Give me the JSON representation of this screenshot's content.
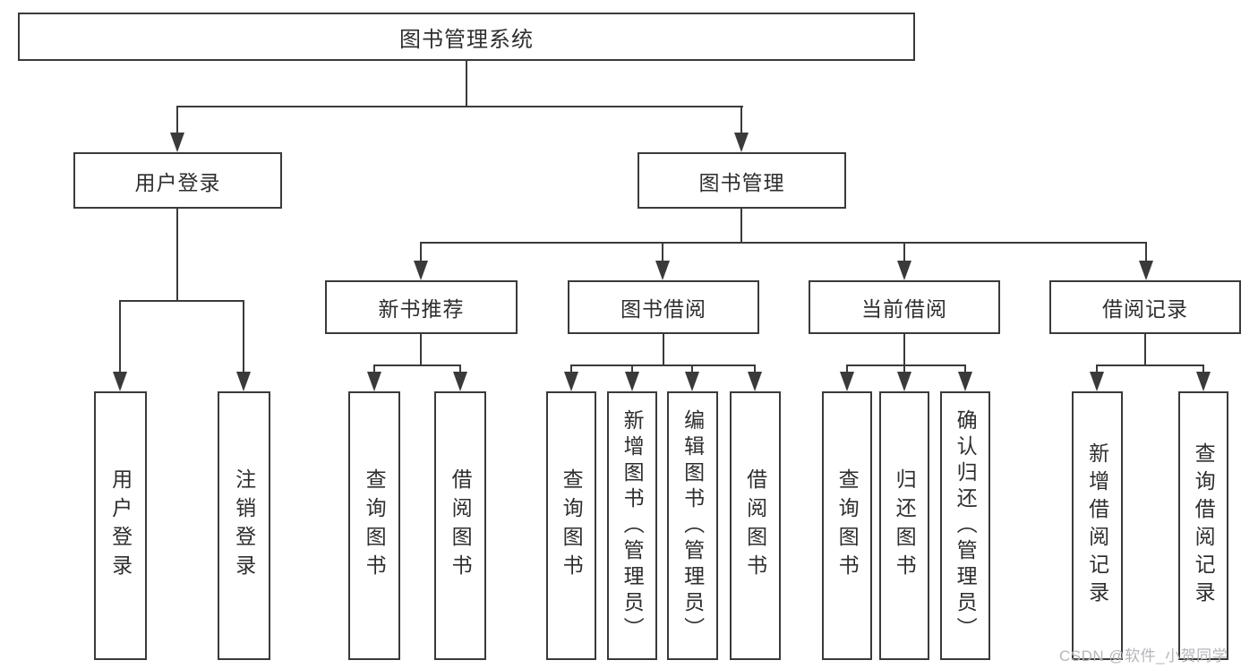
{
  "diagram": {
    "root": "图书管理系统",
    "level2": [
      "用户登录",
      "图书管理"
    ],
    "level3": [
      "新书推荐",
      "图书借阅",
      "当前借阅",
      "借阅记录"
    ],
    "leaves": {
      "user_login": [
        "用户登录",
        "注销登录"
      ],
      "new_book_rec": [
        "查询图书",
        "借阅图书"
      ],
      "book_borrow": [
        "查询图书",
        "新增图书（管理员）",
        "编辑图书（管理员）",
        "借阅图书"
      ],
      "current_borrow": [
        "查询图书",
        "归还图书",
        "确认归还（管理员）"
      ],
      "borrow_records": [
        "新增借阅记录",
        "查询借阅记录"
      ]
    }
  },
  "watermark": "CSDN @软件_小贺同学",
  "colors": {
    "line": "#3a3a3a",
    "text": "#2e2e2e",
    "watermark": "#b5b5ba",
    "background": "#ffffff"
  }
}
